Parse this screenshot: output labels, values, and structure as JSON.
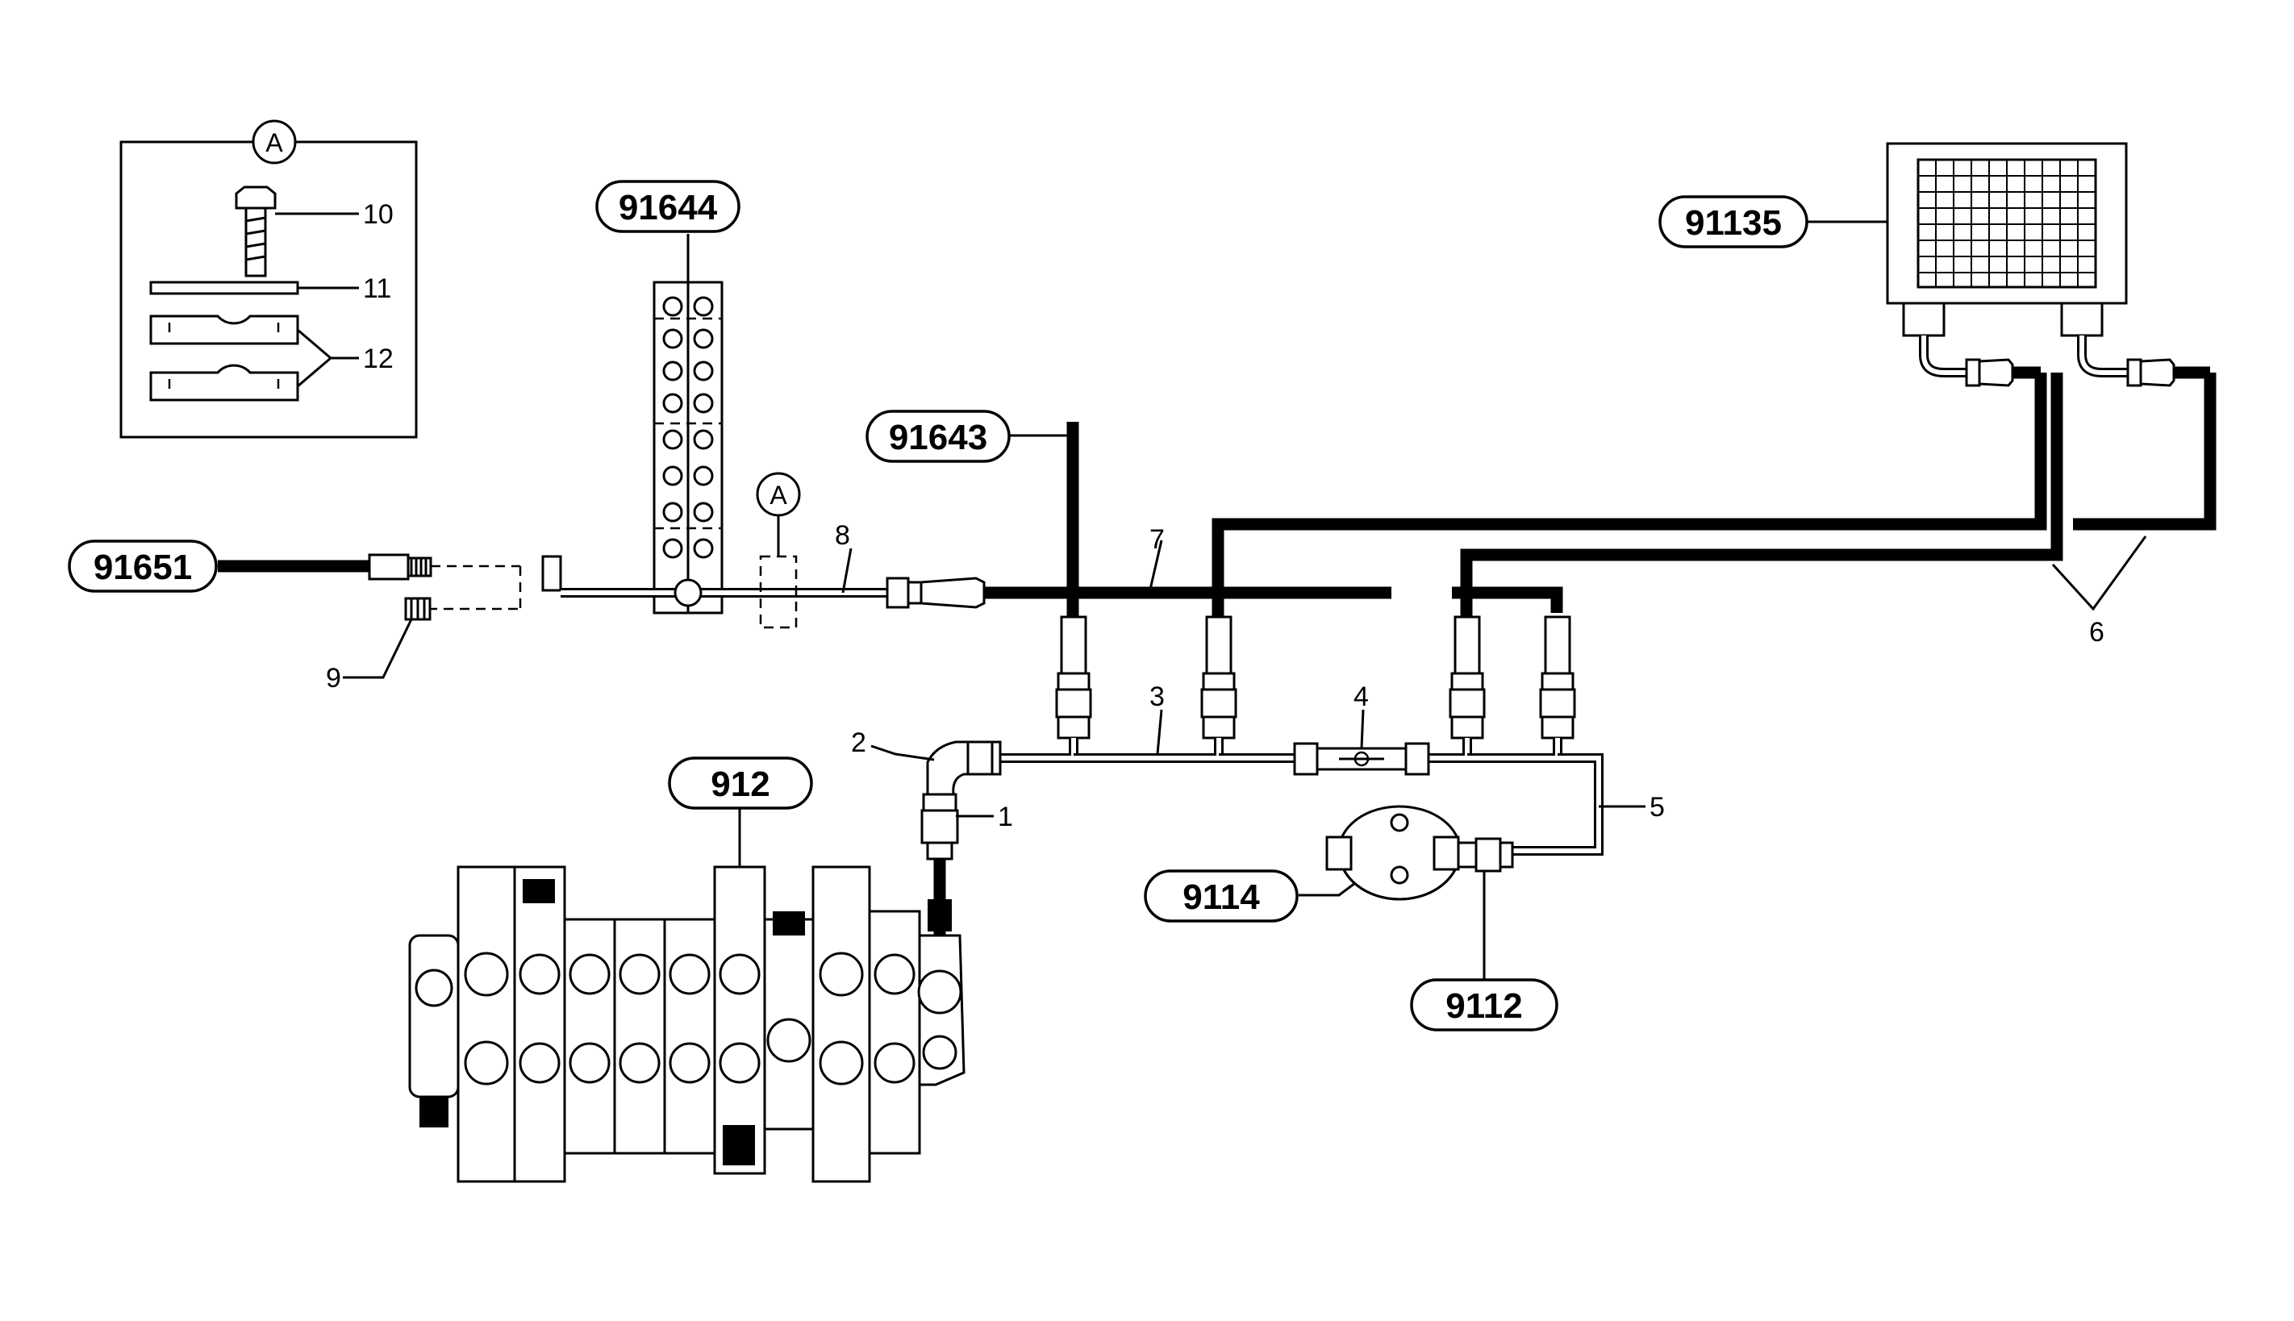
{
  "part_labels": {
    "p91644": "91644",
    "p91643": "91643",
    "p91651": "91651",
    "p912": "912",
    "p9114": "9114",
    "p9112": "9112",
    "p91135": "91135"
  },
  "item_numbers": {
    "n1": "1",
    "n2": "2",
    "n3": "3",
    "n4": "4",
    "n5": "5",
    "n6": "6",
    "n7": "7",
    "n8": "8",
    "n9": "9",
    "n10": "10",
    "n11": "11",
    "n12": "12"
  },
  "detail_markers": {
    "detail": "A",
    "callout": "A"
  }
}
